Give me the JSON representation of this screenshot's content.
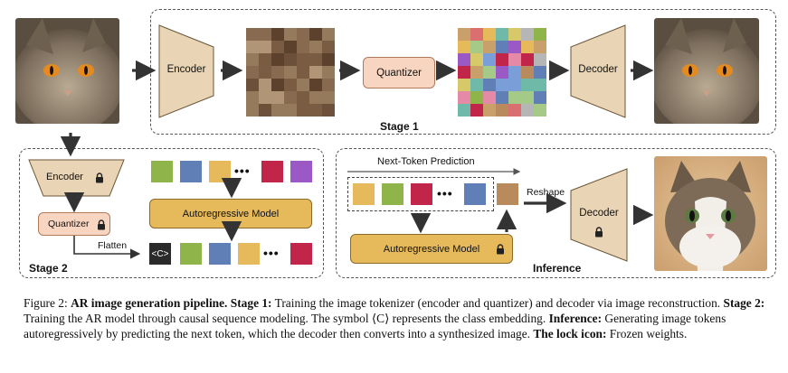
{
  "stage1": {
    "label": "Stage 1",
    "encoder": "Encoder",
    "quantizer": "Quantizer",
    "decoder": "Decoder"
  },
  "stage2": {
    "label": "Stage 2",
    "encoder": "Encoder",
    "quantizer": "Quantizer",
    "flatten": "Flatten",
    "ar_model": "Autoregressive Model",
    "class_token": "<C>",
    "dots": "•••"
  },
  "inference": {
    "label": "Inference",
    "next_token": "Next-Token Prediction",
    "reshape": "Reshape",
    "ar_model": "Autoregressive Model",
    "decoder": "Decoder",
    "dots": "•••"
  },
  "token_colors": {
    "gold": "#e6b95a",
    "green": "#8fb44a",
    "blue": "#5f7fb6",
    "red": "#c1264a",
    "purple": "#9b59c6",
    "brown": "#b98a5c",
    "dark": "#2a2a2a"
  },
  "caption": {
    "prefix": "Figure 2: ",
    "title": "AR image generation pipeline.",
    "s1_label": "Stage 1:",
    "s1_text": " Training the image tokenizer (encoder and quantizer) and decoder via image reconstruction. ",
    "s2_label": "Stage 2:",
    "s2_text": " Training the AR model through causal sequence modeling. The symbol ⟨C⟩ represents the class embedding. ",
    "inf_label": "Inference:",
    "inf_text": " Generating image tokens autoregressively by predicting the next token, which the decoder then converts into a synthesized image. ",
    "lock_label": "The lock icon:",
    "lock_text": " Frozen weights."
  }
}
